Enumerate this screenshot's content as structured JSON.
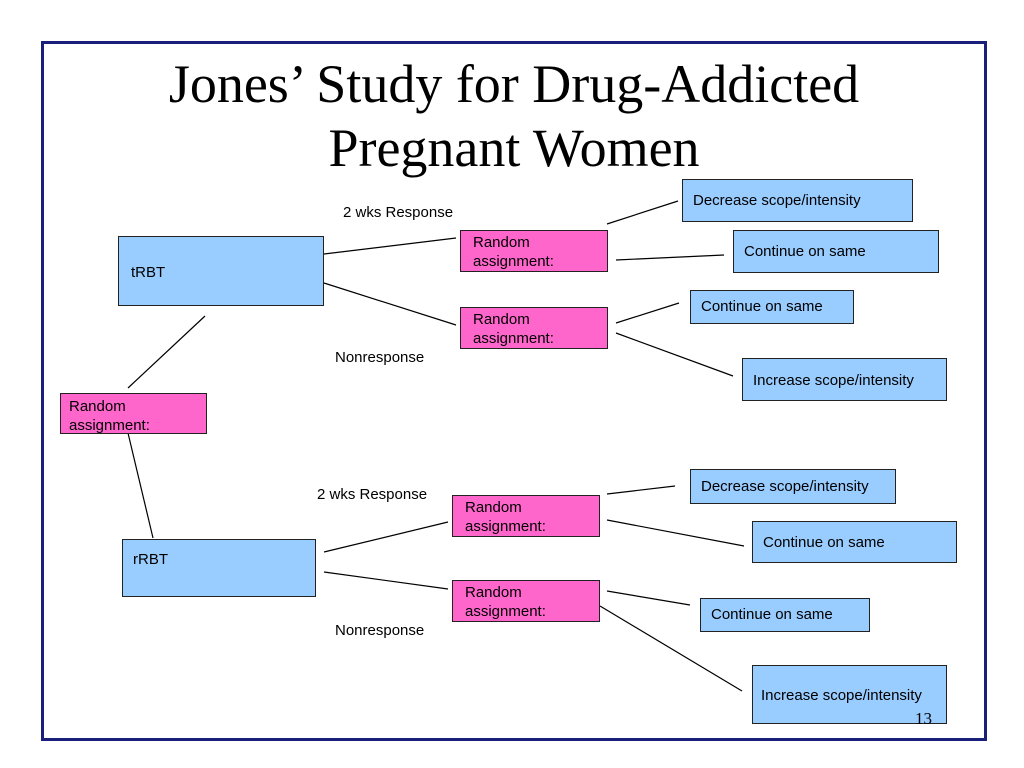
{
  "slide": {
    "title_line1": "Jones’ Study for Drug-Addicted",
    "title_line2": "Pregnant Women",
    "page_number": "13"
  },
  "diagram": {
    "root": "Random assignment:",
    "treatments": {
      "top": "tRBT",
      "bottom": "rRBT"
    },
    "edge_labels": {
      "top_response": "2 wks Response",
      "top_nonresponse": "Nonresponse",
      "bottom_response": "2 wks Response",
      "bottom_nonresponse": "Nonresponse"
    },
    "randomizers": {
      "top_response": "Random assignment:",
      "top_nonresponse": "Random assignment:",
      "bottom_response": "Random assignment:",
      "bottom_nonresponse": "Random assignment:"
    },
    "outcomes": {
      "top_response_a": "Decrease scope/intensity",
      "top_response_b": "Continue on same",
      "top_nonresponse_a": "Continue on same",
      "top_nonresponse_b": "Increase scope/intensity",
      "bottom_response_a": "Decrease scope/intensity",
      "bottom_response_b": "Continue on same",
      "bottom_nonresponse_a": "Continue on same",
      "bottom_nonresponse_b": "Increase scope/intensity"
    },
    "colors": {
      "treatment_fill": "#99ccff",
      "randomizer_fill": "#ff66cc",
      "frame_border": "#1a1f7a"
    }
  }
}
